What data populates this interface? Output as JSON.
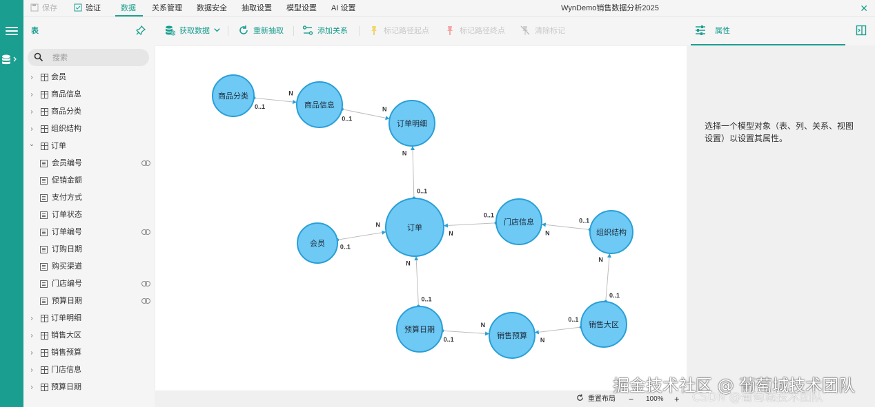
{
  "topbar": {
    "save": "保存",
    "validate": "验证",
    "tabs": [
      "数据",
      "关系管理",
      "数据安全",
      "抽取设置",
      "模型设置",
      "AI 设置"
    ],
    "title": "WynDemo销售数据分析2025"
  },
  "toolbar": {
    "tables_label": "表",
    "get_data": "获取数据",
    "re_extract": "重新抽取",
    "add_relation": "添加关系",
    "mark_start": "标记路径起点",
    "mark_end": "标记路径终点",
    "clear_mark": "清除标记",
    "properties_label": "属性"
  },
  "sidebar": {
    "search_placeholder": "搜索",
    "tree": [
      {
        "label": "会员",
        "kind": "table",
        "expanded": false
      },
      {
        "label": "商品信息",
        "kind": "table",
        "expanded": false
      },
      {
        "label": "商品分类",
        "kind": "table",
        "expanded": false
      },
      {
        "label": "组织结构",
        "kind": "table",
        "expanded": false
      },
      {
        "label": "订单",
        "kind": "table",
        "expanded": true
      },
      {
        "label": "会员编号",
        "kind": "column",
        "linked": true
      },
      {
        "label": "促销金额",
        "kind": "column",
        "linked": false
      },
      {
        "label": "支付方式",
        "kind": "column",
        "linked": false
      },
      {
        "label": "订单状态",
        "kind": "column",
        "linked": false
      },
      {
        "label": "订单编号",
        "kind": "column",
        "linked": true
      },
      {
        "label": "订购日期",
        "kind": "column",
        "linked": false
      },
      {
        "label": "购买渠道",
        "kind": "column",
        "linked": false
      },
      {
        "label": "门店编号",
        "kind": "column",
        "linked": true
      },
      {
        "label": "预算日期",
        "kind": "column",
        "linked": true
      },
      {
        "label": "订单明细",
        "kind": "table",
        "expanded": false
      },
      {
        "label": "销售大区",
        "kind": "table",
        "expanded": false
      },
      {
        "label": "销售预算",
        "kind": "table",
        "expanded": false
      },
      {
        "label": "门店信息",
        "kind": "table",
        "expanded": false
      },
      {
        "label": "预算日期",
        "kind": "table",
        "expanded": false
      }
    ]
  },
  "diagram": {
    "node_fill": "#6ec9f5",
    "node_stroke": "#2a9fd6",
    "nodes": [
      {
        "id": "cat",
        "label": "商品分类"
      },
      {
        "id": "prod",
        "label": "商品信息"
      },
      {
        "id": "detail",
        "label": "订单明细"
      },
      {
        "id": "order",
        "label": "订单"
      },
      {
        "id": "member",
        "label": "会员"
      },
      {
        "id": "store",
        "label": "门店信息"
      },
      {
        "id": "org",
        "label": "组织结构"
      },
      {
        "id": "bdate",
        "label": "预算日期"
      },
      {
        "id": "budget",
        "label": "销售预算"
      },
      {
        "id": "region",
        "label": "销售大区"
      }
    ],
    "edges": [
      {
        "from": "cat",
        "to": "prod",
        "from_card": "0..1",
        "to_card": "N"
      },
      {
        "from": "prod",
        "to": "detail",
        "from_card": "0..1",
        "to_card": "N"
      },
      {
        "from": "order",
        "to": "detail",
        "from_card": "0..1",
        "to_card": "N"
      },
      {
        "from": "member",
        "to": "order",
        "from_card": "0..1",
        "to_card": "N"
      },
      {
        "from": "store",
        "to": "order",
        "from_card": "0..1",
        "to_card": "N"
      },
      {
        "from": "org",
        "to": "store",
        "from_card": "0..1",
        "to_card": "N"
      },
      {
        "from": "bdate",
        "to": "order",
        "from_card": "0..1",
        "to_card": "N"
      },
      {
        "from": "bdate",
        "to": "budget",
        "from_card": "0..1",
        "to_card": "N"
      },
      {
        "from": "region",
        "to": "budget",
        "from_card": "0..1",
        "to_card": "N"
      },
      {
        "from": "region",
        "to": "org",
        "from_card": "0..1",
        "to_card": "N"
      }
    ]
  },
  "bottombar": {
    "reset_layout": "重置布局",
    "zoom_out": "−",
    "zoom": "100%",
    "zoom_in": "+"
  },
  "properties": {
    "hint": "选择一个模型对象（表、列、关系、视图设置）以设置其属性。"
  },
  "watermark": {
    "line1": "掘金技术社区 @ 葡萄城技术团队",
    "line2": "CSDN @葡萄城技术团队"
  },
  "colors": {
    "accent": "#1a9e8f",
    "node": "#6ec9f5"
  }
}
